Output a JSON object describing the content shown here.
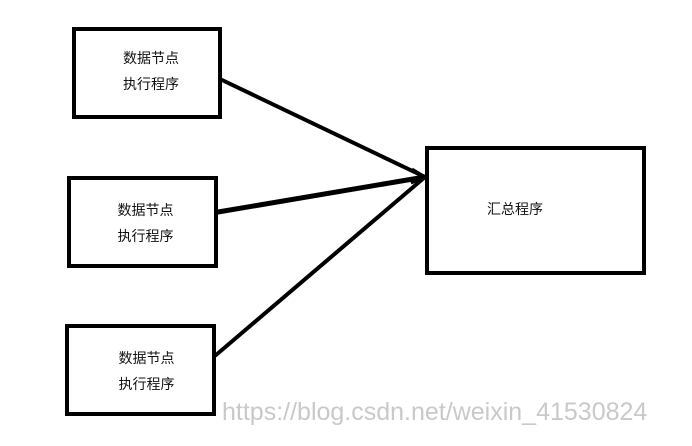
{
  "nodes": [
    {
      "lines": [
        "数据节点",
        "执行程序"
      ]
    },
    {
      "lines": [
        "数据节点",
        "执行程序"
      ]
    },
    {
      "lines": [
        "数据节点",
        "执行程序"
      ]
    },
    {
      "lines": [
        "汇总程序"
      ]
    }
  ],
  "watermark": "https://blog.csdn.net/weixin_41530824",
  "colors": {
    "stroke": "#000000",
    "text": "#111111",
    "watermark": "#c9c9c9"
  }
}
